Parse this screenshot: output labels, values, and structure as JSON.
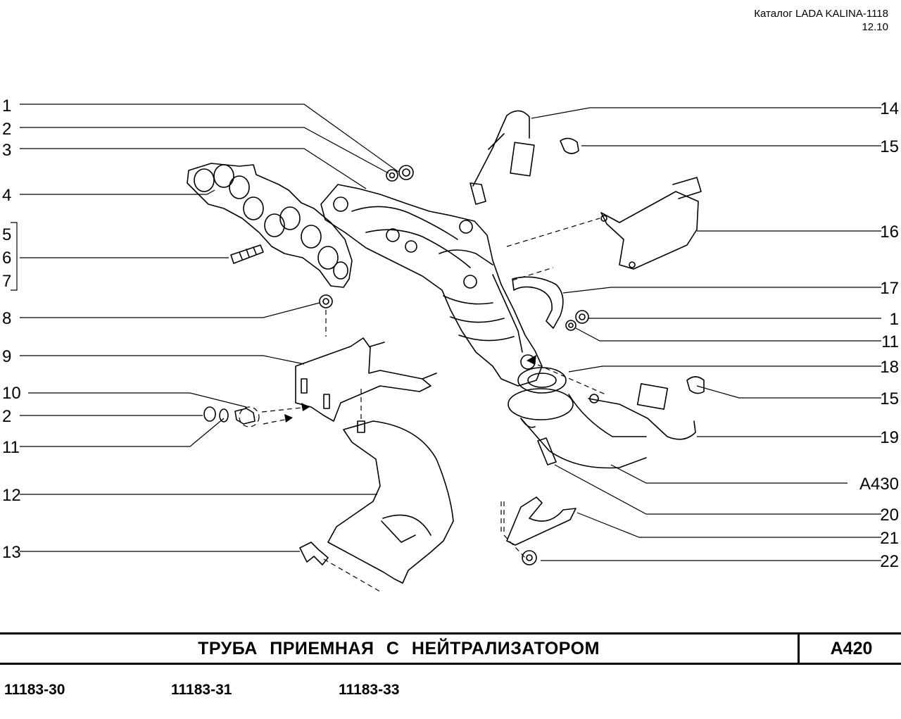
{
  "header": {
    "catalog": "Каталог LADA KALINA-1118",
    "date": "12.10"
  },
  "title": "ТРУБА ПРИЕМНАЯ С НЕЙТРАЛИЗАТОРОМ",
  "code": "А420",
  "models": [
    "11183-30",
    "11183-31",
    "11183-33"
  ],
  "callouts_left": [
    "1",
    "2",
    "3",
    "4",
    "5",
    "6",
    "7",
    "8",
    "9",
    "10",
    "2",
    "11",
    "12",
    "13"
  ],
  "callouts_right": [
    "14",
    "15",
    "16",
    "17",
    "1",
    "11",
    "18",
    "15",
    "19",
    "А430",
    "20",
    "21",
    "22"
  ]
}
